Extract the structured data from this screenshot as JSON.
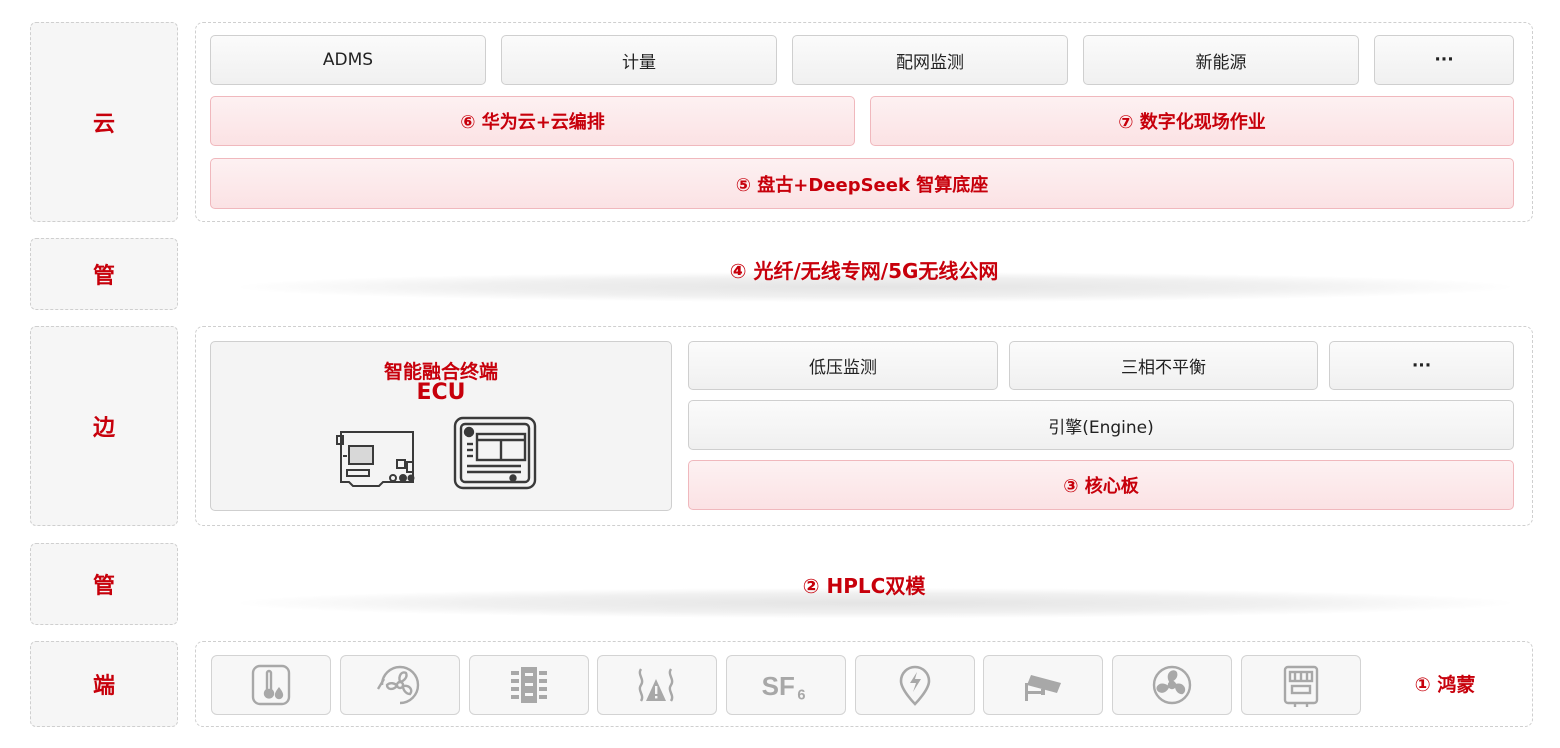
{
  "colors": {
    "accent": "#c7000b",
    "accent_bg": "#fbe6e8",
    "icon_gray": "#a8a8a8"
  },
  "layers": {
    "cloud": "云",
    "pipe_top": "管",
    "edge": "边",
    "pipe_bottom": "管",
    "end": "端"
  },
  "cloud": {
    "apps": [
      "ADMS",
      "计量",
      "配网监测",
      "新能源",
      "···"
    ],
    "huawei_cloud": "⑥  华为云+云编排",
    "digital_field": "⑦  数字化现场作业",
    "pangu_base": "⑤  盘古+DeepSeek 智算底座"
  },
  "pipe_top": {
    "text": "④  光纤/无线专网/5G无线公网"
  },
  "edge": {
    "ecu_title_line1": "智能融合终端",
    "ecu_title_line2": "ECU",
    "apps": [
      "低压监测",
      "三相不平衡",
      "···"
    ],
    "engine": "引擎(Engine)",
    "core_board": "③  核心板"
  },
  "pipe_bottom": {
    "text": "②    HPLC双模"
  },
  "end": {
    "devices": [
      {
        "icon": "thermometer-humidity-icon"
      },
      {
        "icon": "fan-icon"
      },
      {
        "icon": "transformer-icon"
      },
      {
        "icon": "heat-warning-icon"
      },
      {
        "icon": "sf6-icon",
        "label": "SF6"
      },
      {
        "icon": "location-lightning-icon"
      },
      {
        "icon": "camera-icon"
      },
      {
        "icon": "fan-circle-icon"
      },
      {
        "icon": "meter-icon"
      }
    ],
    "harmony": "①  鸿蒙"
  }
}
